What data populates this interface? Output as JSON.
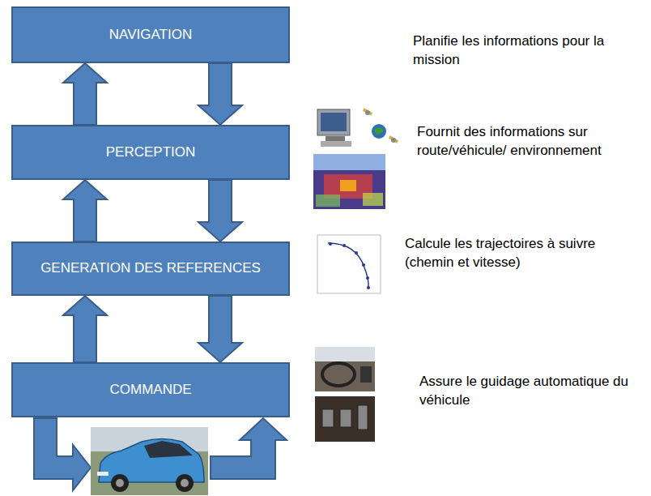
{
  "diagram": {
    "nodes": [
      {
        "text": [
          "NAVIGATION"
        ]
      },
      {
        "text": [
          "PERCEPTION"
        ]
      },
      {
        "text": [
          "GENERATION DES REFERENCES"
        ]
      },
      {
        "text": [
          "COMMANDE"
        ]
      }
    ],
    "edges": [
      {
        "from": 1,
        "to": 0,
        "arrow": "to"
      },
      {
        "from": 0,
        "to": 1,
        "arrow": "to"
      },
      {
        "from": 2,
        "to": 1,
        "arrow": "to"
      },
      {
        "from": 1,
        "to": 2,
        "arrow": "to"
      },
      {
        "from": 3,
        "to": 2,
        "arrow": "to"
      },
      {
        "from": 2,
        "to": 3,
        "arrow": "to"
      }
    ],
    "labels": [
      "Planifie les informations pour la mission",
      "Fournit des informations sur route/véhicule/ environnement",
      "Calcule les trajectoires à suivre (chemin et vitesse)",
      "Assure le guidage automatique du véhicule"
    ]
  }
}
